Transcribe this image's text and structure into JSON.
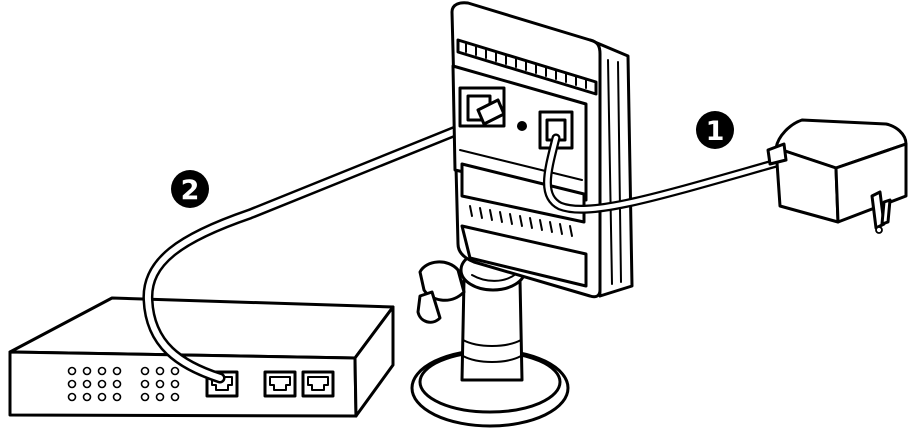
{
  "callouts": [
    {
      "label": "1",
      "refers_to": "power-adapter"
    },
    {
      "label": "2",
      "refers_to": "ethernet-cable"
    }
  ],
  "colors": {
    "ink": "#000000",
    "fill": "#ffffff"
  }
}
